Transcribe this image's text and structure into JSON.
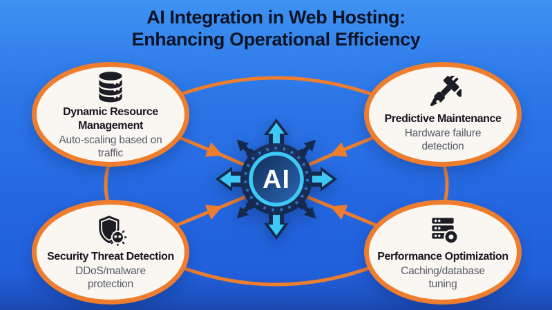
{
  "title": {
    "line1": "AI Integration in Web Hosting:",
    "line2": "Enhancing Operational Efficiency"
  },
  "hub": {
    "label": "AI"
  },
  "nodes": [
    {
      "position": "top-left",
      "icon": "database-icon",
      "title": "Dynamic Resource Management",
      "subtitle": "Auto-scaling based on traffic"
    },
    {
      "position": "top-right",
      "icon": "drill-tool-icon",
      "title": "Predictive Maintenance",
      "subtitle": "Hardware failure detection"
    },
    {
      "position": "bottom-left",
      "icon": "shield-bug-icon",
      "title": "Security Threat Detection",
      "subtitle": "DDoS/malware protection"
    },
    {
      "position": "bottom-right",
      "icon": "server-disk-icon",
      "title": "Performance Optimization",
      "subtitle": "Caching/database tuning"
    }
  ],
  "colors": {
    "background_top": "#3E92F1",
    "background_bottom": "#1A47AC",
    "accent_orange": "#EE7E2E",
    "node_fill": "#FAF7F2",
    "hub_cyan": "#3CC9F6",
    "hub_navy": "#15294E",
    "title_text": "#0A1426",
    "node_title_text": "#15151E",
    "node_subtitle_text": "#545A65",
    "icon_ink": "#1C1C24"
  }
}
